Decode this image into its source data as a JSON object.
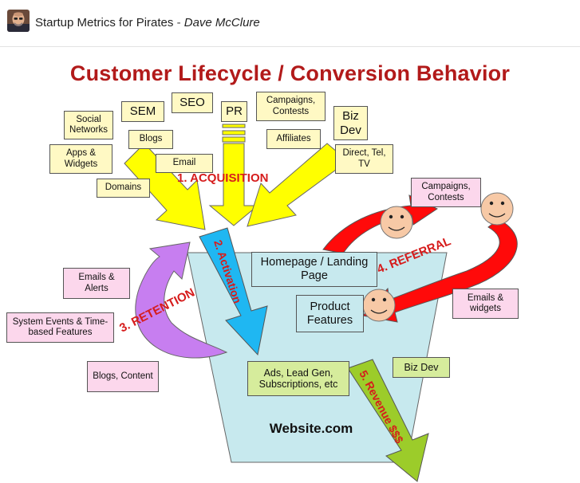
{
  "header": {
    "title": "Startup Metrics for Pirates",
    "separator": "-",
    "author": "Dave McClure",
    "avatar_icon": "presenter-photo-icon"
  },
  "diagram": {
    "title": "Customer Lifecycle / Conversion Behavior",
    "stages": {
      "acquisition": "1. ACQUISITION",
      "activation": "2. Activation",
      "retention": "3. RETENTION",
      "referral": "4. REFERRAL",
      "revenue": "5. Revenue $$$"
    },
    "acquisition_channels": {
      "social": "Social Networks",
      "sem": "SEM",
      "seo": "SEO",
      "pr": "PR",
      "campaigns": "Campaigns, Contests",
      "bizdev": "Biz Dev",
      "apps": "Apps & Widgets",
      "blogs": "Blogs",
      "affiliates": "Affiliates",
      "email": "Email",
      "direct": "Direct, Tel, TV",
      "domains": "Domains"
    },
    "website": {
      "homepage": "Homepage / Landing Page",
      "features": "Product Features",
      "ads": "Ads, Lead Gen, Subscriptions, etc",
      "name": "Website.com"
    },
    "retention_items": {
      "emails": "Emails & Alerts",
      "events": "System Events & Time-based Features",
      "blogs": "Blogs, Content"
    },
    "referral_items": {
      "campaigns": "Campaigns, Contests",
      "widgets": "Emails & widgets"
    },
    "revenue_items": {
      "bizdev": "Biz Dev"
    },
    "colors": {
      "title": "#b21a1a",
      "acquisition_arrow": "#ffff00",
      "activation_arrow": "#1fb7f2",
      "retention_arrow": "#c77ef0",
      "referral_arrow": "#ff0a0a",
      "revenue_arrow": "#9ccc2a",
      "funnel": "#c7e9ee",
      "channel_box": "#fff9c4",
      "pink_box": "#fcd7ec"
    }
  }
}
